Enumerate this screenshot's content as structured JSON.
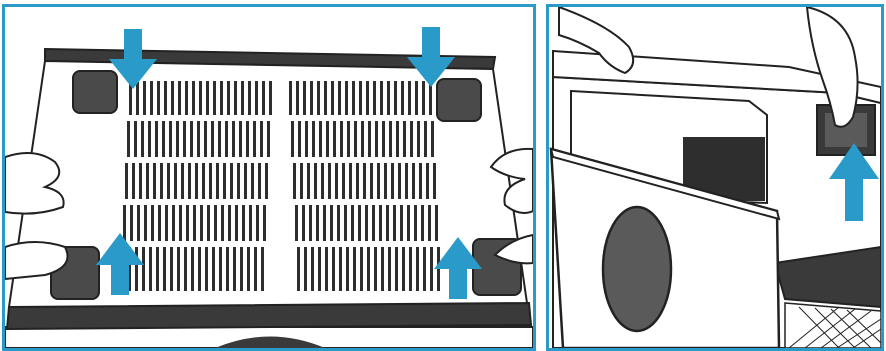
{
  "colors": {
    "frame_border": "#2a9bc9",
    "arrow": "#2a9bc9",
    "outline": "#222222",
    "dark_fill": "#3a3a3a",
    "foot_fill": "#4a4a4a",
    "background": "#ffffff"
  },
  "panels": [
    {
      "id": "left",
      "depicts": "underside-of-unit-with-vent-grille-and-rubber-feet",
      "icons": [
        "arrow-down-icon",
        "arrow-down-icon",
        "arrow-up-icon",
        "arrow-up-icon",
        "hand-icon",
        "hand-icon"
      ]
    },
    {
      "id": "right",
      "depicts": "unit-panel-being-lifted-with-handle",
      "icons": [
        "arrow-up-icon",
        "hand-icon",
        "hand-icon"
      ]
    }
  ]
}
